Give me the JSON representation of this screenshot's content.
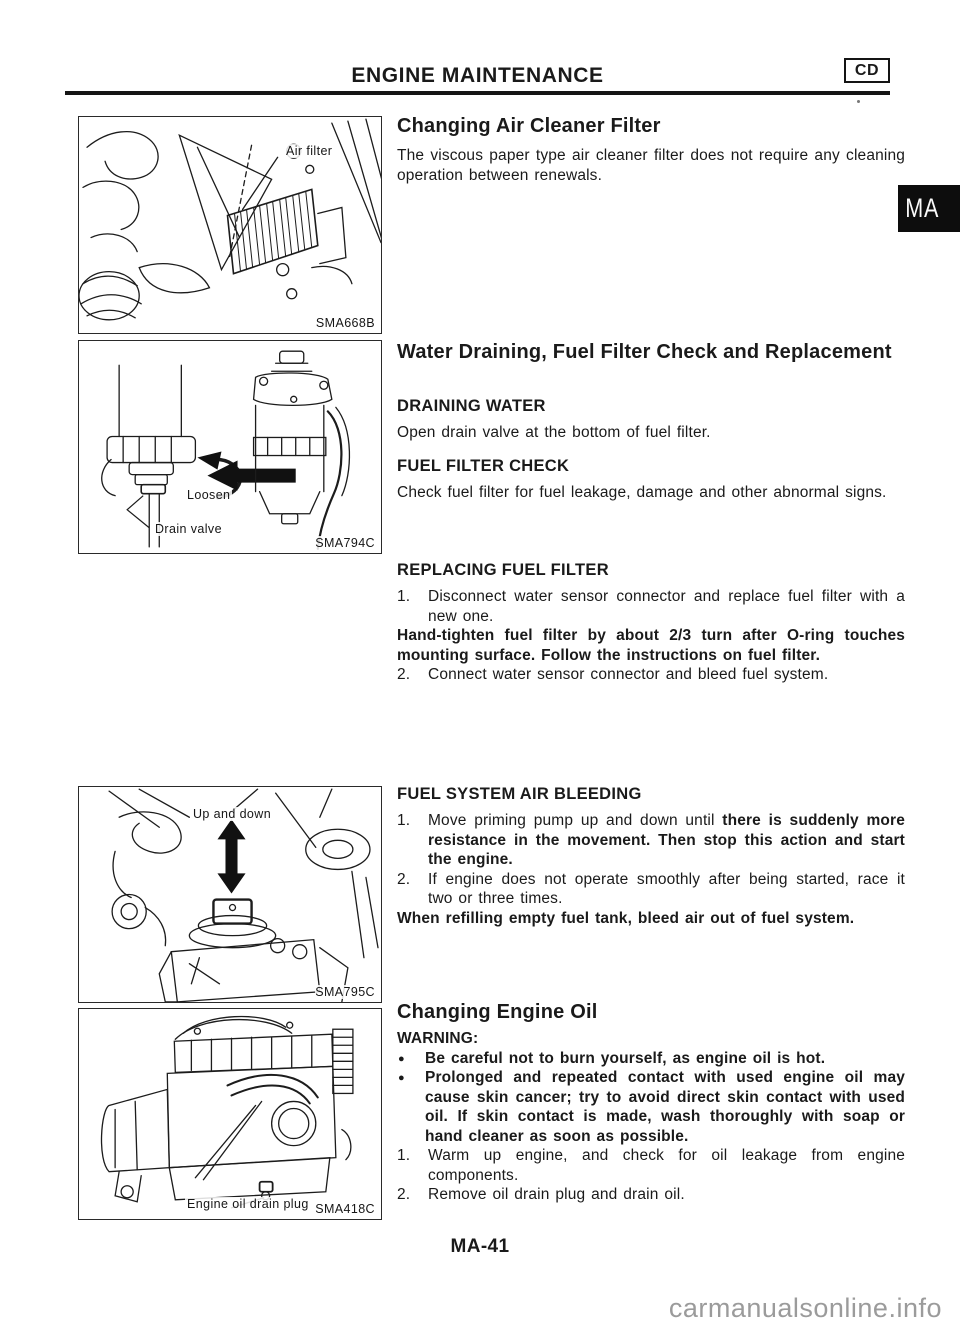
{
  "header": {
    "title": "ENGINE MAINTENANCE",
    "cd_badge": "CD",
    "ma_tab": "MA"
  },
  "glyphs": {
    "bullet": "●"
  },
  "sections": {
    "air_cleaner": {
      "heading": "Changing Air Cleaner Filter",
      "body": "The viscous paper type air cleaner filter does not require any cleaning operation between renewals."
    },
    "water": {
      "heading": "Water Draining, Fuel Filter Check and Replacement",
      "draining": {
        "heading": "DRAINING WATER",
        "body": "Open drain valve at the bottom of fuel filter."
      },
      "check": {
        "heading": "FUEL FILTER CHECK",
        "body": "Check fuel filter for fuel leakage, damage and other abnormal signs."
      },
      "replacing": {
        "heading": "REPLACING FUEL FILTER",
        "step1_num": "1.",
        "step1": "Disconnect water sensor connector and replace fuel filter with a new one.",
        "note": "Hand-tighten fuel filter by about 2/3 turn after O-ring touches mounting surface. Follow the instructions on fuel filter.",
        "step2_num": "2.",
        "step2": "Connect water sensor connector and bleed fuel system."
      },
      "bleeding": {
        "heading": "FUEL SYSTEM AIR BLEEDING",
        "step1_num": "1.",
        "step1_normal": "Move priming pump up and down until ",
        "step1_bold": "there is suddenly more resistance in the movement. Then stop this action and start the engine.",
        "step2_num": "2.",
        "step2": "If engine does not operate smoothly after being started, race it two or three times.",
        "note": "When refilling empty fuel tank, bleed air out of fuel system."
      }
    },
    "engine_oil": {
      "heading": "Changing Engine Oil",
      "warning": "WARNING:",
      "bullet1": "Be careful not to burn yourself, as engine oil is hot.",
      "bullet2": "Prolonged and repeated contact with used engine oil may cause skin cancer; try to avoid direct skin contact with used oil. If skin contact is made, wash thoroughly with soap or hand cleaner as soon as possible.",
      "step1_num": "1.",
      "step1": "Warm up engine, and check for oil leakage from engine components.",
      "step2_num": "2.",
      "step2": "Remove oil drain plug and drain oil."
    }
  },
  "figures": [
    {
      "label": "Air filter",
      "code": "SMA668B"
    },
    {
      "loosen": "Loosen",
      "drain": "Drain valve",
      "code": "SMA794C"
    },
    {
      "label": "Up and down",
      "code": "SMA795C"
    },
    {
      "label": "Engine oil drain plug",
      "code": "SMA418C"
    }
  ],
  "footer": {
    "page_number": "MA-41",
    "watermark": "carmanualsonline.info"
  },
  "colors": {
    "ink": "#1a1a1a",
    "tab_bg": "#0d0d0d",
    "watermark": "#9b9b9b",
    "paper": "#ffffff"
  }
}
